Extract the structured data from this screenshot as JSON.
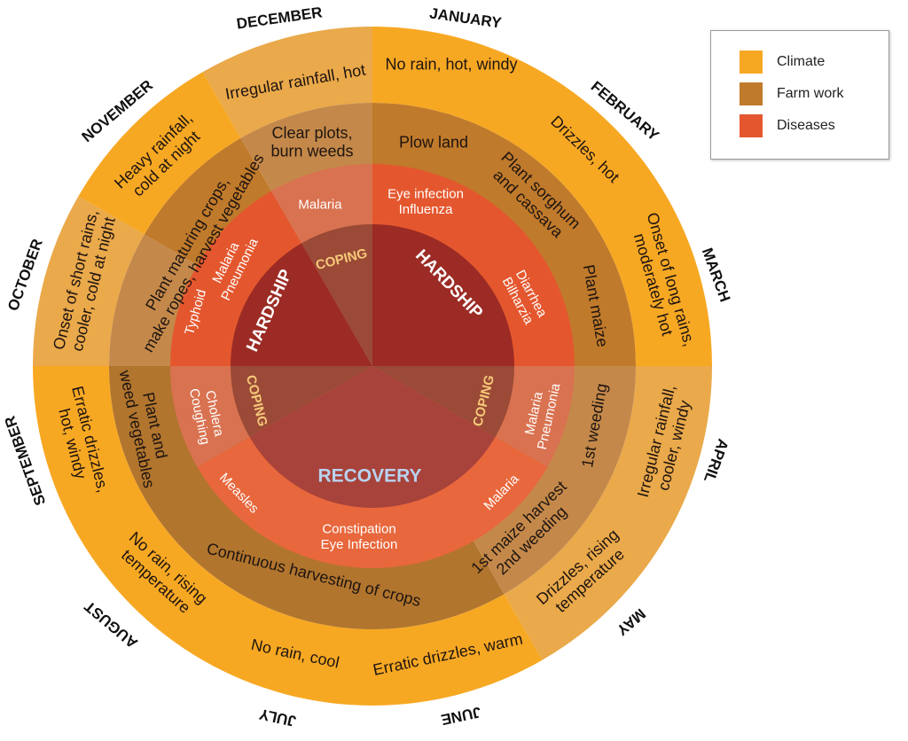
{
  "legend": [
    {
      "label": "Climate",
      "color": "#f7a823"
    },
    {
      "label": "Farm work",
      "color": "#c07a2b"
    },
    {
      "label": "Diseases",
      "color": "#e4572e"
    }
  ],
  "months": [
    "JANUARY",
    "FEBRUARY",
    "MARCH",
    "APRIL",
    "MAY",
    "JUNE",
    "JULY",
    "AUGUST",
    "SEPTEMBER",
    "OCTOBER",
    "NOVEMBER",
    "DECEMBER"
  ],
  "climate": {
    "jan": "No rain, hot, windy",
    "feb": "Drizzles, hot",
    "mar": [
      "Onset of long rains,",
      "moderately hot"
    ],
    "apr": [
      "Irregular rainfall,",
      "cooler, windy"
    ],
    "may": [
      "Drizzles, rising",
      "temperature"
    ],
    "jun": "Erratic drizzles, warm",
    "jul": "No rain, cool",
    "aug": [
      "No rain, rising",
      "temperature"
    ],
    "sep": [
      "Erratic drizzles,",
      "hot, windy"
    ],
    "oct": [
      "Onset of short rains,",
      "cooler, cold at night"
    ],
    "nov": [
      "Heavy rainfall,",
      "cold at night"
    ],
    "dec": "Irregular rainfall, hot"
  },
  "farm": {
    "jan": "Plow land",
    "feb": [
      "Plant sorghum",
      "and cassava"
    ],
    "mar": "Plant maize",
    "apr": "1st weeding",
    "may": [
      "1st maize harvest",
      "2nd weeding"
    ],
    "jun_aug": "Continuous harvesting of crops",
    "sep": [
      "Plant and",
      "weed vegetables"
    ],
    "oct_nov": [
      "Plant maturing crops,",
      "make ropes, harvest vegetables"
    ],
    "dec": [
      "Clear plots,",
      "burn weeds"
    ]
  },
  "diseases": {
    "dec": "Malaria",
    "jan": [
      "Eye infection",
      "Influenza"
    ],
    "feb_mar": [
      "Diarrhea",
      "Bilharzia"
    ],
    "apr": [
      "Malaria",
      "Pneumonia"
    ],
    "may": "Malaria",
    "jun_jul": [
      "Constipation",
      "Eye Infection"
    ],
    "aug": "Measles",
    "sep": [
      "Cholera",
      "Coughing"
    ],
    "oct": "Typhoid",
    "nov": [
      "Malaria",
      "Pneumonia"
    ]
  },
  "periods": {
    "coping_top": "COPING",
    "hardship_right": "HARDSHIP",
    "coping_right": "COPING",
    "recovery": "RECOVERY",
    "coping_left": "COPING",
    "hardship_left": "HARDSHIP"
  },
  "colors": {
    "climate": "#f7a823",
    "climate_light": "#eaa94a",
    "farm": "#c07a2b",
    "farm_light": "#c4894a",
    "farm_dark": "#b1752e",
    "disease": "#e4572e",
    "disease_light": "#e8673c",
    "disease_coping": "#d97250",
    "core": "#9b2b24",
    "core_coping": "#9a4a36",
    "core_recovery": "#a8433b",
    "recovery_text": "#b9d3ef",
    "coping_text": "#f6c979"
  }
}
